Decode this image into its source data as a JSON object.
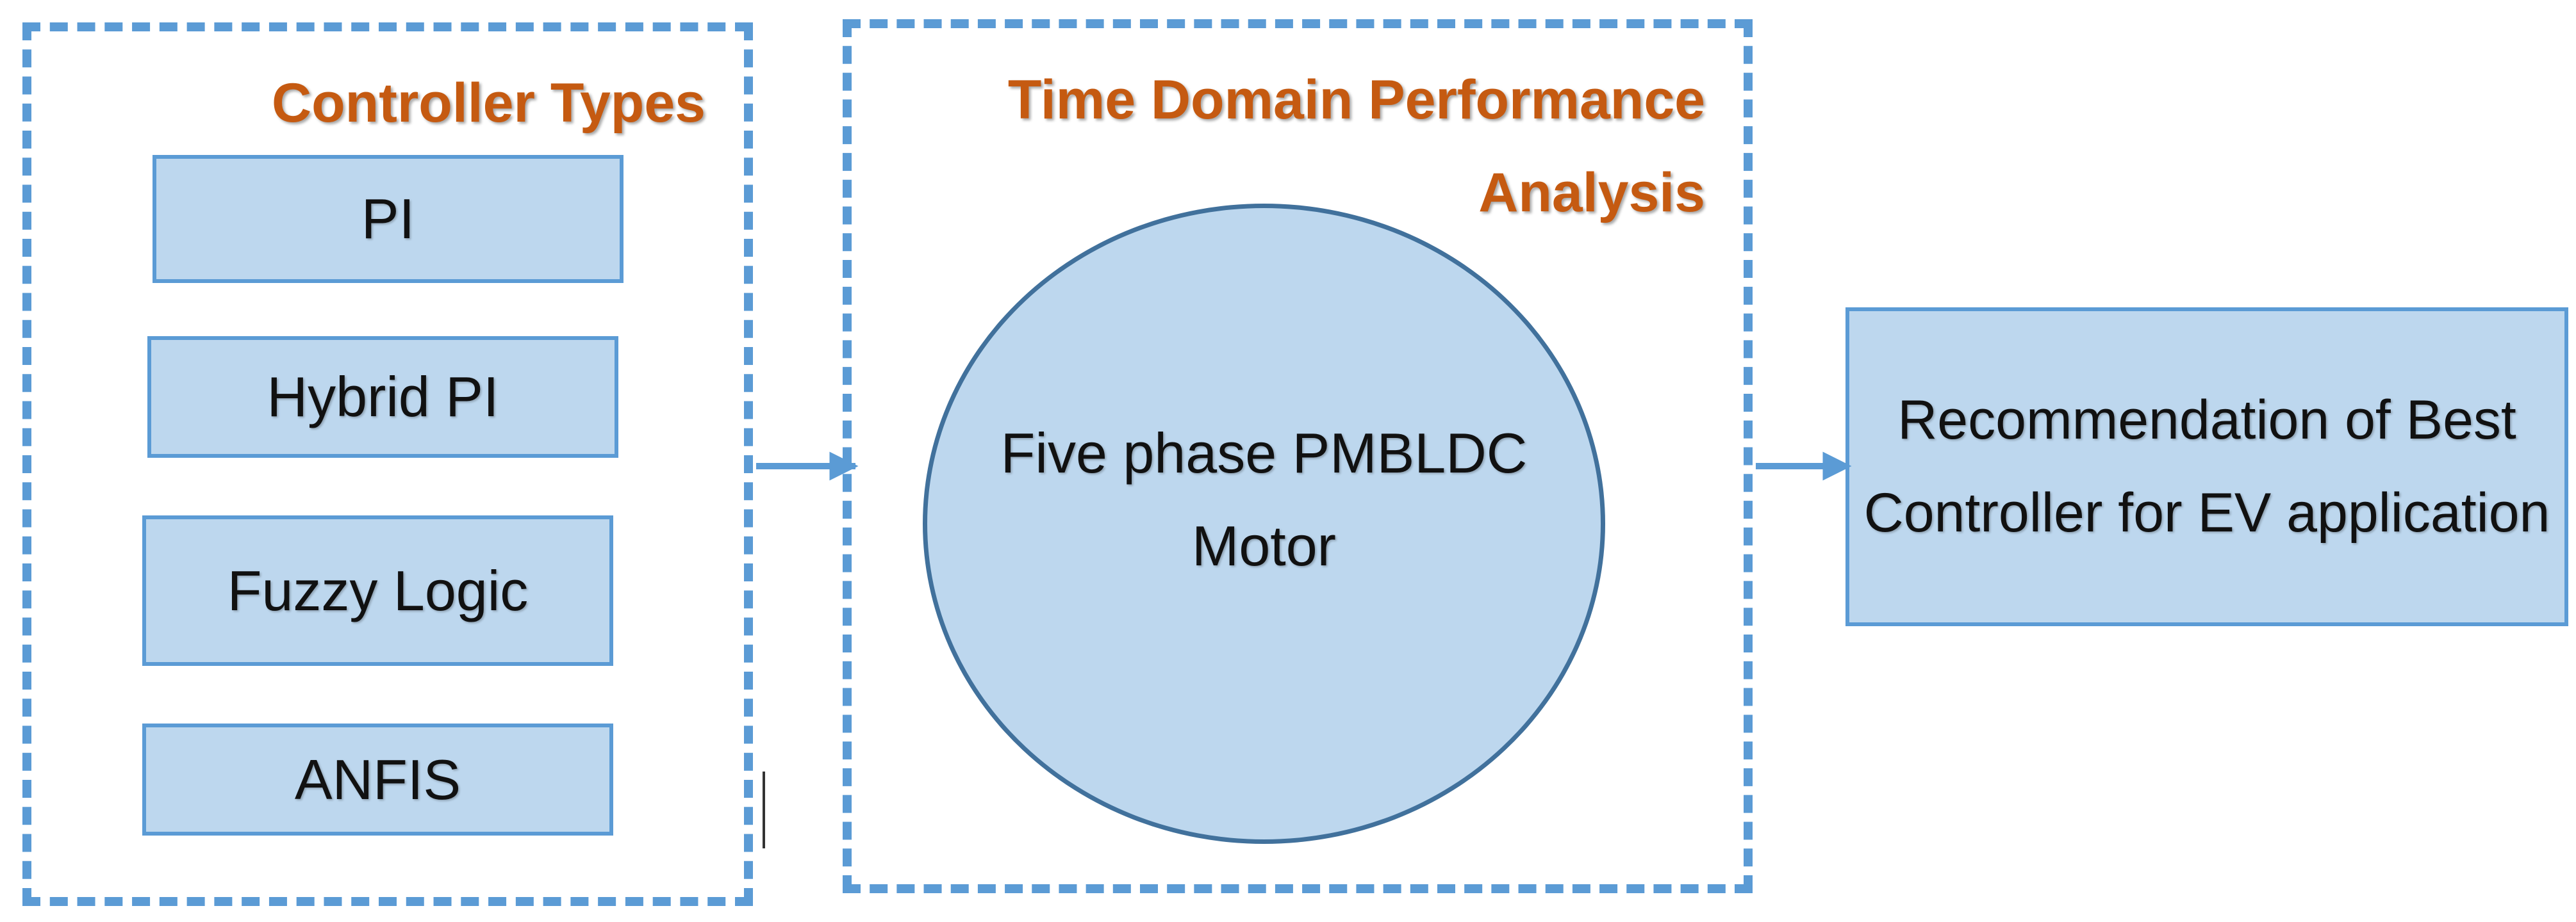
{
  "controller_types": {
    "title": "Controller Types",
    "items": [
      "PI",
      "Hybrid PI",
      "Fuzzy Logic",
      "ANFIS"
    ]
  },
  "analysis": {
    "title": "Time Domain Performance Analysis",
    "motor_label": "Five phase PMBLDC Motor"
  },
  "output": {
    "label": "Recommendation of Best Controller for EV application"
  },
  "colors": {
    "box_fill": "#bdd7ee",
    "box_border": "#5b9bd5",
    "circle_border": "#41719c",
    "title_text": "#c55a11",
    "connector": "#5b9bd5"
  }
}
